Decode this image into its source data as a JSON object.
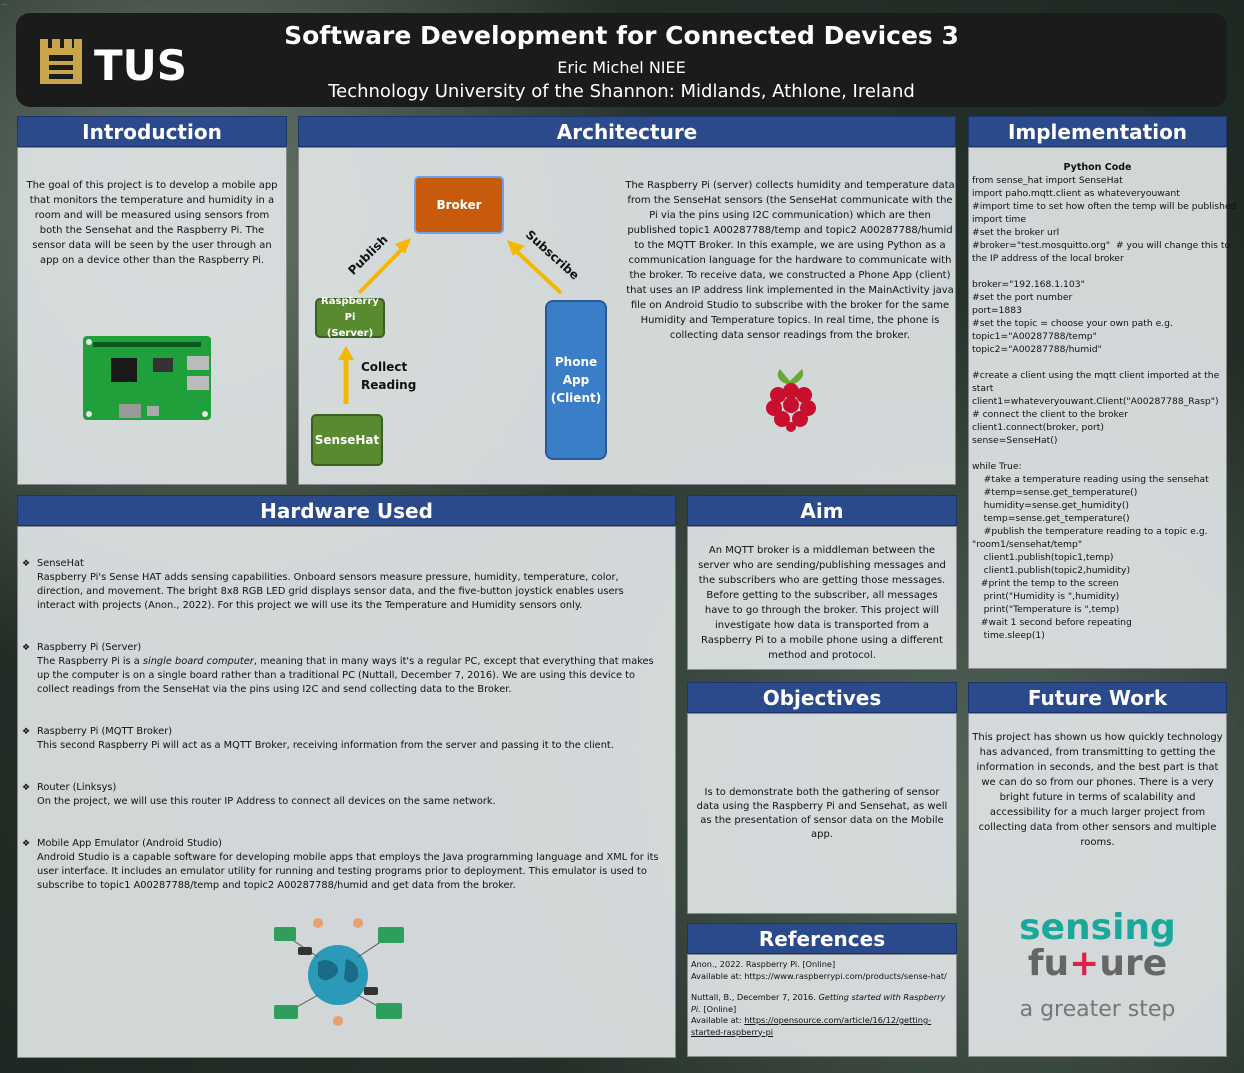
{
  "header": {
    "logo_text": "TUS",
    "title": "Software Development for Connected Devices 3",
    "author": "Eric Michel NIEE",
    "institution": "Technology University of the Shannon: Midlands, Athlone, Ireland",
    "tiny_text": "...."
  },
  "introduction": {
    "heading": "Introduction",
    "text": "The goal of this project is to develop a mobile app that monitors the temperature and humidity in a room and will be measured using sensors from both the Sensehat and the Raspberry Pi. The sensor data will be seen by the user through an app on a device other than the Raspberry Pi."
  },
  "architecture": {
    "heading": "Architecture",
    "diagram": {
      "broker": "Broker",
      "rpi_server_line1": "Raspberry Pi",
      "rpi_server_line2": "(Server)",
      "sensehat": "SenseHat",
      "phone_line1": "Phone",
      "phone_line2": "App",
      "phone_line3": "(Client)",
      "publish": "Publish",
      "subscribe": "Subscribe",
      "collect_line1": "Collect",
      "collect_line2": "Reading"
    },
    "text": "The Raspberry Pi (server) collects humidity and temperature data from the SenseHat sensors (the SenseHat communicate with the Pi via the pins using I2C communication) which are then published topic1 A00287788/temp and topic2 A00287788/humid to the MQTT Broker. In this example, we are using Python as a communication language for the hardware to communicate with the broker. To receive data, we constructed a Phone App (client) that uses an IP address link implemented in the MainActivity java file on Android Studio to subscribe with the broker for the same Humidity and Temperature topics. In real time, the phone is collecting data sensor readings from the broker."
  },
  "implementation": {
    "heading": "Implementation",
    "code_title": "Python Code",
    "code": "from sense_hat import SenseHat\nimport paho.mqtt.client as whateveryouwant\n#import time to set how often the temp will be published\nimport time\n#set the broker url\n#broker=\"test.mosquitto.org\"  # you will change this to\nthe IP address of the local broker\n\nbroker=\"192.168.1.103\"\n#set the port number\nport=1883\n#set the topic = choose your own path e.g.\ntopic1=\"A00287788/temp\"\ntopic2=\"A00287788/humid\"\n\n#create a client using the mqtt client imported at the\nstart\nclient1=whateveryouwant.Client(\"A00287788_Rasp\")\n# connect the client to the broker\nclient1.connect(broker, port)\nsense=SenseHat()\n\nwhile True:\n    #take a temperature reading using the sensehat\n    #temp=sense.get_temperature()\n    humidity=sense.get_humidity()\n    temp=sense.get_temperature()\n    #publish the temperature reading to a topic e.g.\n\"room1/sensehat/temp\"\n    client1.publish(topic1,temp)\n    client1.publish(topic2,humidity)\n   #print the temp to the screen\n    print(\"Humidity is \",humidity)\n    print(\"Temperature is \",temp)\n   #wait 1 second before repeating\n    time.sleep(1)"
  },
  "hardware": {
    "heading": "Hardware Used",
    "items": [
      {
        "name": "SenseHat",
        "desc": "Raspberry Pi's Sense HAT adds sensing capabilities. Onboard sensors measure pressure, humidity, temperature, color, direction, and movement. The bright 8x8 RGB LED grid displays sensor data, and the five-button joystick enables users interact with projects (Anon., 2022). For this project we will use its the Temperature and Humidity sensors only."
      },
      {
        "name": "Raspberry Pi (Server)",
        "desc_a": "The Raspberry Pi is a ",
        "desc_em": "single board computer",
        "desc_b": ", meaning that in many ways it's a regular PC, except that everything that makes up the computer is on a single board rather than a traditional PC  (Nuttall, December 7, 2016). We are using this device to collect readings from the SenseHat via the pins using I2C and send collecting data to the Broker."
      },
      {
        "name": "Raspberry Pi (MQTT Broker)",
        "desc": "This second Raspberry Pi will act as a MQTT Broker, receiving information from the server and passing it to the client."
      },
      {
        "name": "Router (Linksys)",
        "desc": "On the project, we will use this router IP Address to connect all devices on the same network."
      },
      {
        "name": "Mobile App Emulator (Android Studio)",
        "desc": "Android Studio is a capable software for developing mobile apps that employs the Java programming language and XML for its user interface. It includes an emulator utility for running and testing programs prior to deployment. This emulator is used to subscribe to topic1 A00287788/temp and topic2 A00287788/humid and get data from the broker."
      }
    ]
  },
  "aim": {
    "heading": "Aim",
    "text": "An MQTT broker is a middleman between the server who are sending/publishing messages and the subscribers who are getting those messages. Before getting to the subscriber, all messages have to go through the broker. This project will investigate how data is transported from a Raspberry Pi to a mobile phone using a different method and protocol."
  },
  "objectives": {
    "heading": "Objectives",
    "text": "Is to demonstrate both the gathering of sensor data using the Raspberry Pi and Sensehat, as well as the presentation of sensor data on the Mobile app."
  },
  "references": {
    "heading": "References",
    "ref1_line1": "Anon., 2022. Raspberry Pi. [Online]",
    "ref1_line2": "Available at: https://www.raspberrypi.com/products/sense-hat/",
    "ref2_line1a": "Nuttall, B., December 7, 2016. ",
    "ref2_line1em": "Getting started with Raspberry Pi.",
    "ref2_line1b": " [Online]",
    "ref2_line2a": "Available at: ",
    "ref2_link": "https://opensource.com/article/16/12/getting-started-raspberry-pi"
  },
  "future": {
    "heading": "Future Work",
    "text": "This project has shown us how quickly technology has advanced, from transmitting to getting the information in seconds, and the best part is that we can do so from our phones. There is a very bright future in terms of scalability and accessibility for a much larger project from collecting data from other sensors and multiple rooms.",
    "logo_line1": "sensing",
    "logo_line2a": "fu",
    "logo_line2b": "+",
    "logo_line2c": "ure",
    "tagline": "a greater step"
  },
  "colors": {
    "header_blue": "#2a4a8c",
    "broker_orange": "#c85a0c",
    "green_box": "#5a8a30",
    "phone_blue": "#3a7ec8",
    "arrow_yellow": "#f5b800",
    "sensing_teal": "#1aa89a"
  }
}
